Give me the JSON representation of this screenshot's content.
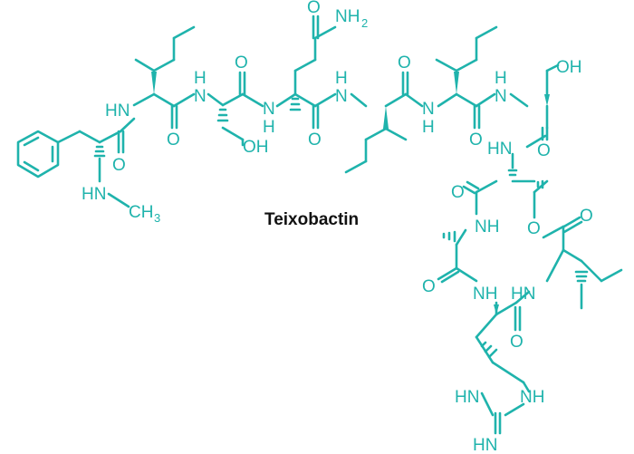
{
  "molecule_name": "Teixobactin",
  "colors": {
    "structure": "#1fb3ac",
    "label": "#111111",
    "background": "#ffffff"
  },
  "atom_labels": {
    "o": "O",
    "hn": "HN",
    "nh": "NH",
    "n": "N",
    "h": "H",
    "oh": "OH",
    "nh2": "NH",
    "hn_me": "HN",
    "ch3": "CH",
    "hnn": "HN"
  },
  "subscripts": {
    "two": "2",
    "three": "3"
  }
}
